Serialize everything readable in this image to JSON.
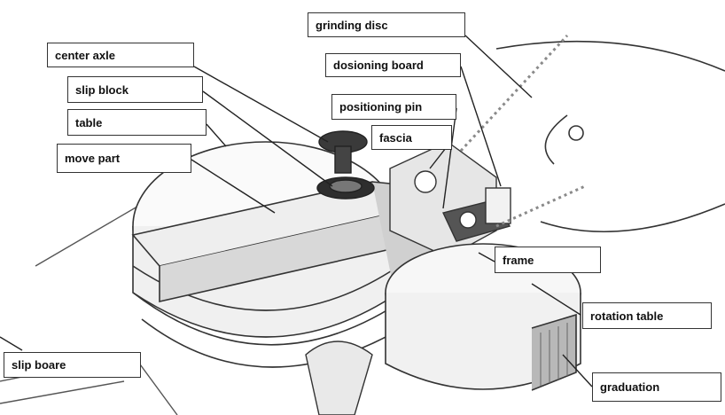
{
  "labels": {
    "grinding_disc": "grinding disc",
    "center_axle": "center axle",
    "dosioning_board": "dosioning board",
    "slip_block": "slip block",
    "positioning_pin": "positioning pin",
    "table": "table",
    "fascia": "fascia",
    "move_part": "move part",
    "frame": "frame",
    "rotation_table": "rotation table",
    "slip_boare": "slip boare",
    "graduation": "graduation"
  },
  "colors": {
    "line": "#222222",
    "box_border": "#333333",
    "sketch": "#555555",
    "shadow": "#8a8a8a"
  }
}
